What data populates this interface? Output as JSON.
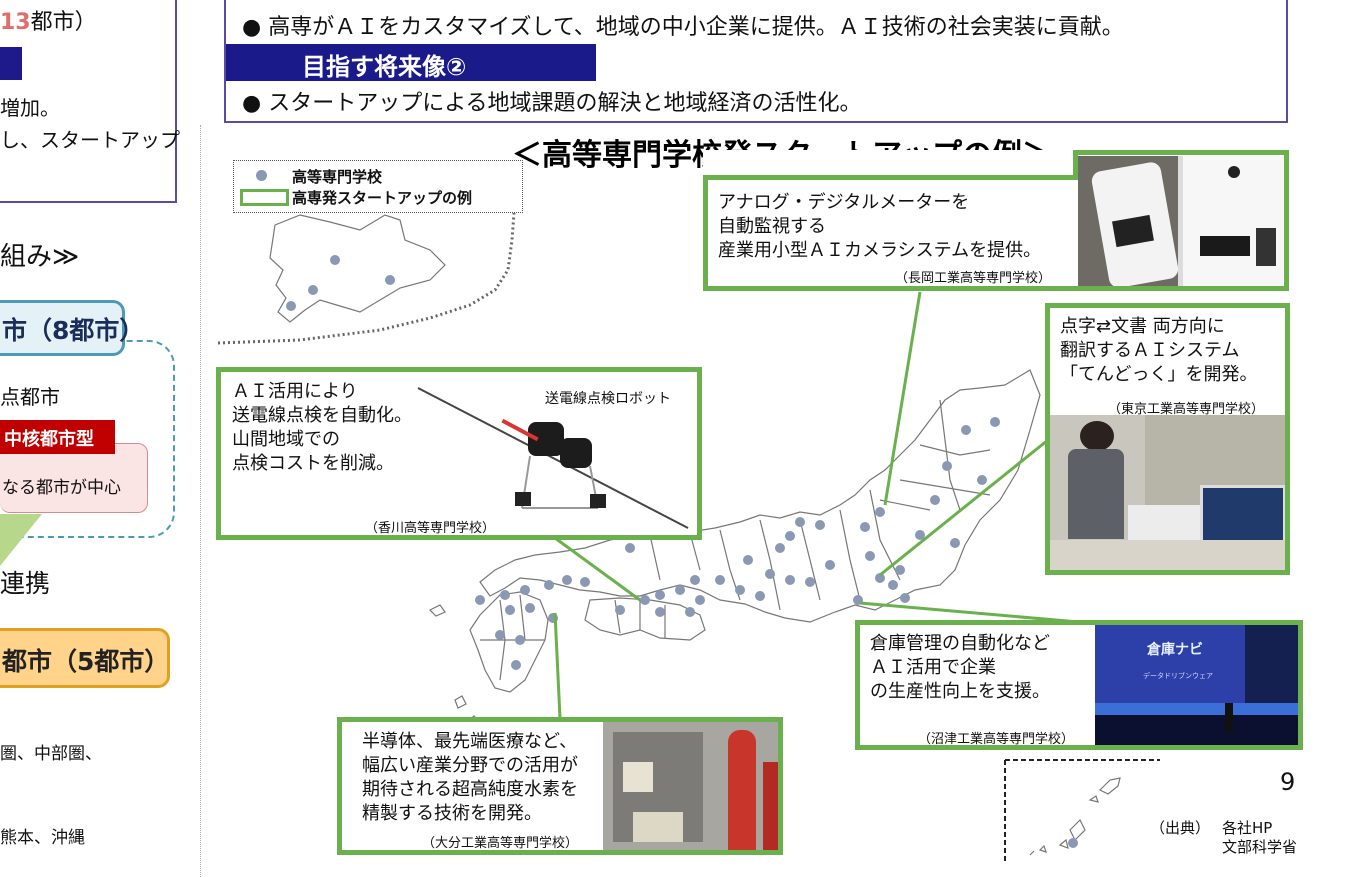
{
  "left_panel": {
    "top_fragment_number": "13",
    "top_fragment_suffix": "都市）",
    "line_increase": "増加。",
    "line_startup": "し、スタートアップ",
    "section_heading": "組み≫",
    "city_label": "市（8都市）",
    "hub_city": "点都市",
    "core_city_type": "中核都市型",
    "center_city": "なる都市が中心",
    "collab": "連携",
    "orange_label": "都市（5都市）",
    "region_line1": "圏、中部圏、",
    "region_line2": "熊本、沖縄"
  },
  "top_box": {
    "bullet1": "●  高専がＡＩをカスタマイズして、地域の中小企業に提供。ＡＩ技術の社会実装に貢献。",
    "goal2_label": "目指す将来像②",
    "bullet2": "●  スタートアップによる地域課題の解決と地域経済の活性化。"
  },
  "main_title": "＜高等専門学校発スタートアップの例＞",
  "legend": {
    "item1": "高等専門学校",
    "item2": "高専発スタートアップの例"
  },
  "callouts": {
    "nagaoka": {
      "lines": [
        "アナログ・デジタルメーターを",
        "自動監視する",
        "産業用小型ＡＩカメラシステムを提供。"
      ],
      "source": "（長岡工業高等専門学校）"
    },
    "tokyo": {
      "lines": [
        "点字⇄文書 両方向に",
        "翻訳するＡＩシステム",
        "「てんどっく」を開発。"
      ],
      "source": "（東京工業高等専門学校）"
    },
    "kagawa": {
      "lines": [
        "ＡＩ活用により",
        "送電線点検を自動化。",
        "山間地域での",
        "点検コストを削減。"
      ],
      "robot_label": "送電線点検ロボット",
      "source": "（香川高等専門学校）"
    },
    "numazu": {
      "lines": [
        "倉庫管理の自動化など",
        "ＡＩ活用で企業",
        "の生産性向上を支援。"
      ],
      "source": "（沼津工業高等専門学校）",
      "screen_text": "倉庫ナビ",
      "screen_sub": "データドリブンウェア"
    },
    "oita": {
      "lines": [
        "半導体、最先端医療など、",
        "幅広い産業分野での活用が",
        "期待される超高純度水素を",
        "精製する技術を開発。"
      ],
      "source": "（大分工業高等専門学校）"
    }
  },
  "page_number": "9",
  "footer": {
    "label": "（出典）",
    "src1": "各社HP",
    "src2": "文部科学省"
  },
  "colors": {
    "navy": "#1a1a8a",
    "purple_border": "#5b4ba6",
    "green": "#6ab04c",
    "red": "#c00000",
    "accent_number": "#e26b6b"
  }
}
